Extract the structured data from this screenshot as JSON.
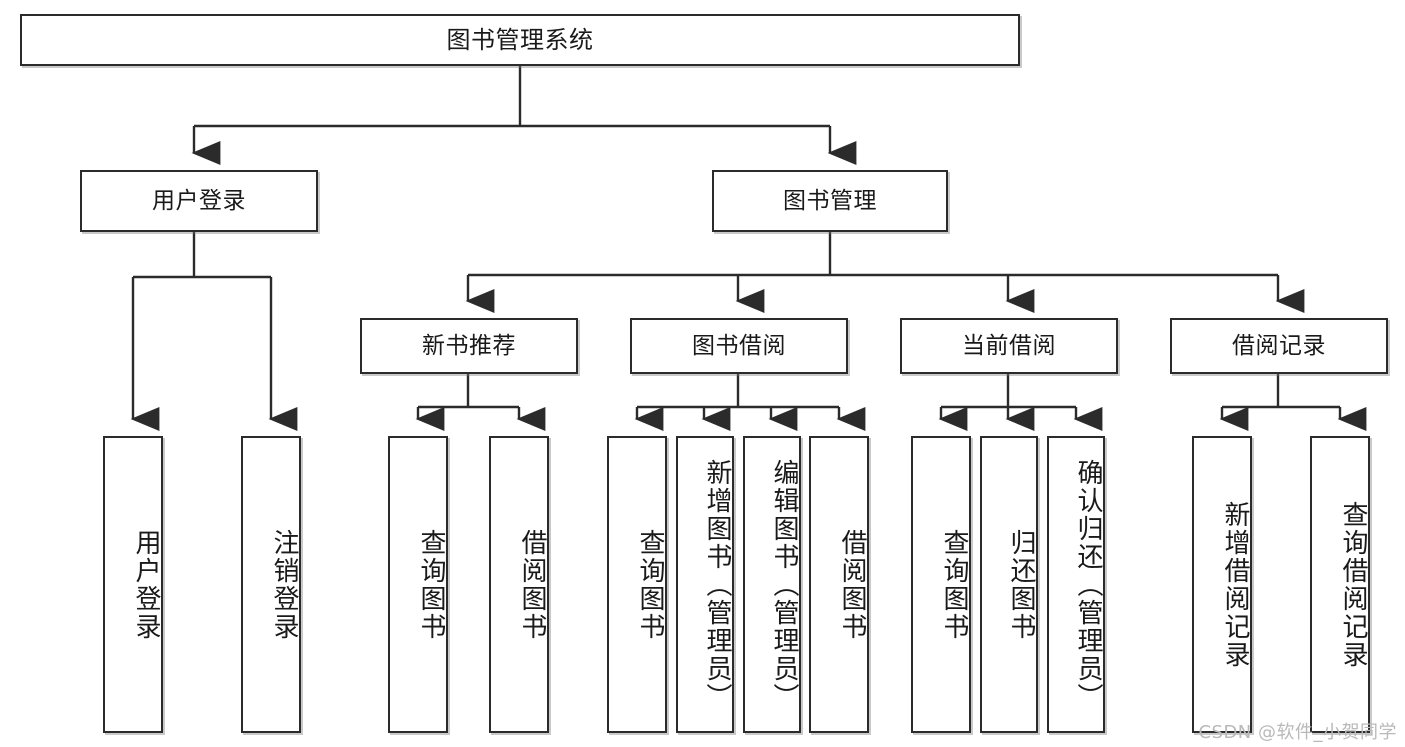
{
  "diagram": {
    "title": "图书管理系统",
    "type": "tree-hierarchy",
    "orientation": "top-down",
    "colors": {
      "border": "#2b2b2b",
      "background": "#ffffff",
      "text": "#1a1a1a",
      "edge": "#2b2b2b",
      "watermark": "#b9b9b9"
    },
    "root": {
      "label": "图书管理系统"
    },
    "level2": [
      {
        "label": "用户登录"
      },
      {
        "label": "图书管理"
      }
    ],
    "level3": [
      {
        "label": "新书推荐"
      },
      {
        "label": "图书借阅"
      },
      {
        "label": "当前借阅"
      },
      {
        "label": "借阅记录"
      }
    ],
    "leaves": {
      "user_login": [
        {
          "label": "用户登录"
        },
        {
          "label": "注销登录"
        }
      ],
      "new_book_recommend": [
        {
          "label": "查询图书"
        },
        {
          "label": "借阅图书"
        }
      ],
      "book_borrow": [
        {
          "label": "查询图书"
        },
        {
          "label": "新增图书（管理员）"
        },
        {
          "label": "编辑图书（管理员）"
        },
        {
          "label": "借阅图书"
        }
      ],
      "current_borrow": [
        {
          "label": "查询图书"
        },
        {
          "label": "归还图书"
        },
        {
          "label": "确认归还（管理员）"
        }
      ],
      "borrow_record": [
        {
          "label": "新增借阅记录"
        },
        {
          "label": "查询借阅记录"
        }
      ]
    }
  },
  "watermark": {
    "text": "CSDN @软件_小贺同学"
  }
}
